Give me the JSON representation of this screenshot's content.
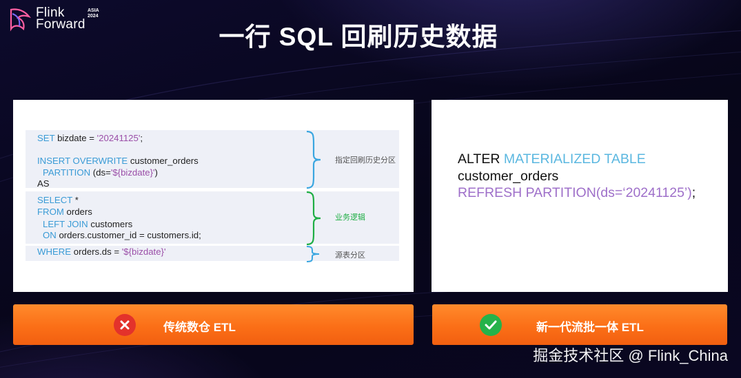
{
  "logo": {
    "line1": "Flink",
    "line2": "Forward",
    "asia_line1": "ASIA",
    "asia_line2": "2024"
  },
  "title": "一行 SQL 回刷历史数据",
  "left_panel": {
    "block1": {
      "line1": {
        "kw": "SET",
        "text": " bizdate = ",
        "str": "'20241125'",
        "tail": ";"
      },
      "line2": {
        "kw": "INSERT OVERWRITE",
        "text": " customer_orders"
      },
      "line3": {
        "kw": "PARTITION",
        "text": " (ds=",
        "str": "'${bizdate}'",
        "tail": ")"
      },
      "line4": {
        "text": "AS"
      }
    },
    "block2": {
      "line1": {
        "kw": "SELECT",
        "text": " *"
      },
      "line2": {
        "kw": "FROM",
        "text": " orders"
      },
      "line3": {
        "kw": "LEFT JOIN",
        "text": " customers"
      },
      "line4": {
        "kw": "ON",
        "text": " orders.customer_id = customers.id;"
      }
    },
    "block3": {
      "line1": {
        "kw": "WHERE",
        "text": " orders.ds = ",
        "str": "'${bizdate}'"
      }
    },
    "notes": {
      "note1": "指定回刷历史分区",
      "note2": "业务逻辑",
      "note3": "源表分区"
    },
    "colors": {
      "blue_brace": "#3aa6e0",
      "green_brace": "#1fae45",
      "keyword": "#3a9bd6",
      "string": "#9b4fa8"
    }
  },
  "right_panel": {
    "line1": {
      "kw": "ALTER",
      "mt": " MATERIALIZED TABLE"
    },
    "line2": {
      "text": "customer_orders"
    },
    "line3": {
      "rf": "REFRESH PARTITION(ds=‘20241125’)",
      "tail": ";"
    }
  },
  "bars": {
    "left": {
      "label": "传统数仓 ETL",
      "icon": "close-icon",
      "icon_color": "#e3322b"
    },
    "right": {
      "label": "新一代流批一体 ETL",
      "icon": "check-icon",
      "icon_color": "#25b24a"
    },
    "bar_color": "#fb6f17"
  },
  "watermark": "掘金技术社区 @ Flink_China"
}
